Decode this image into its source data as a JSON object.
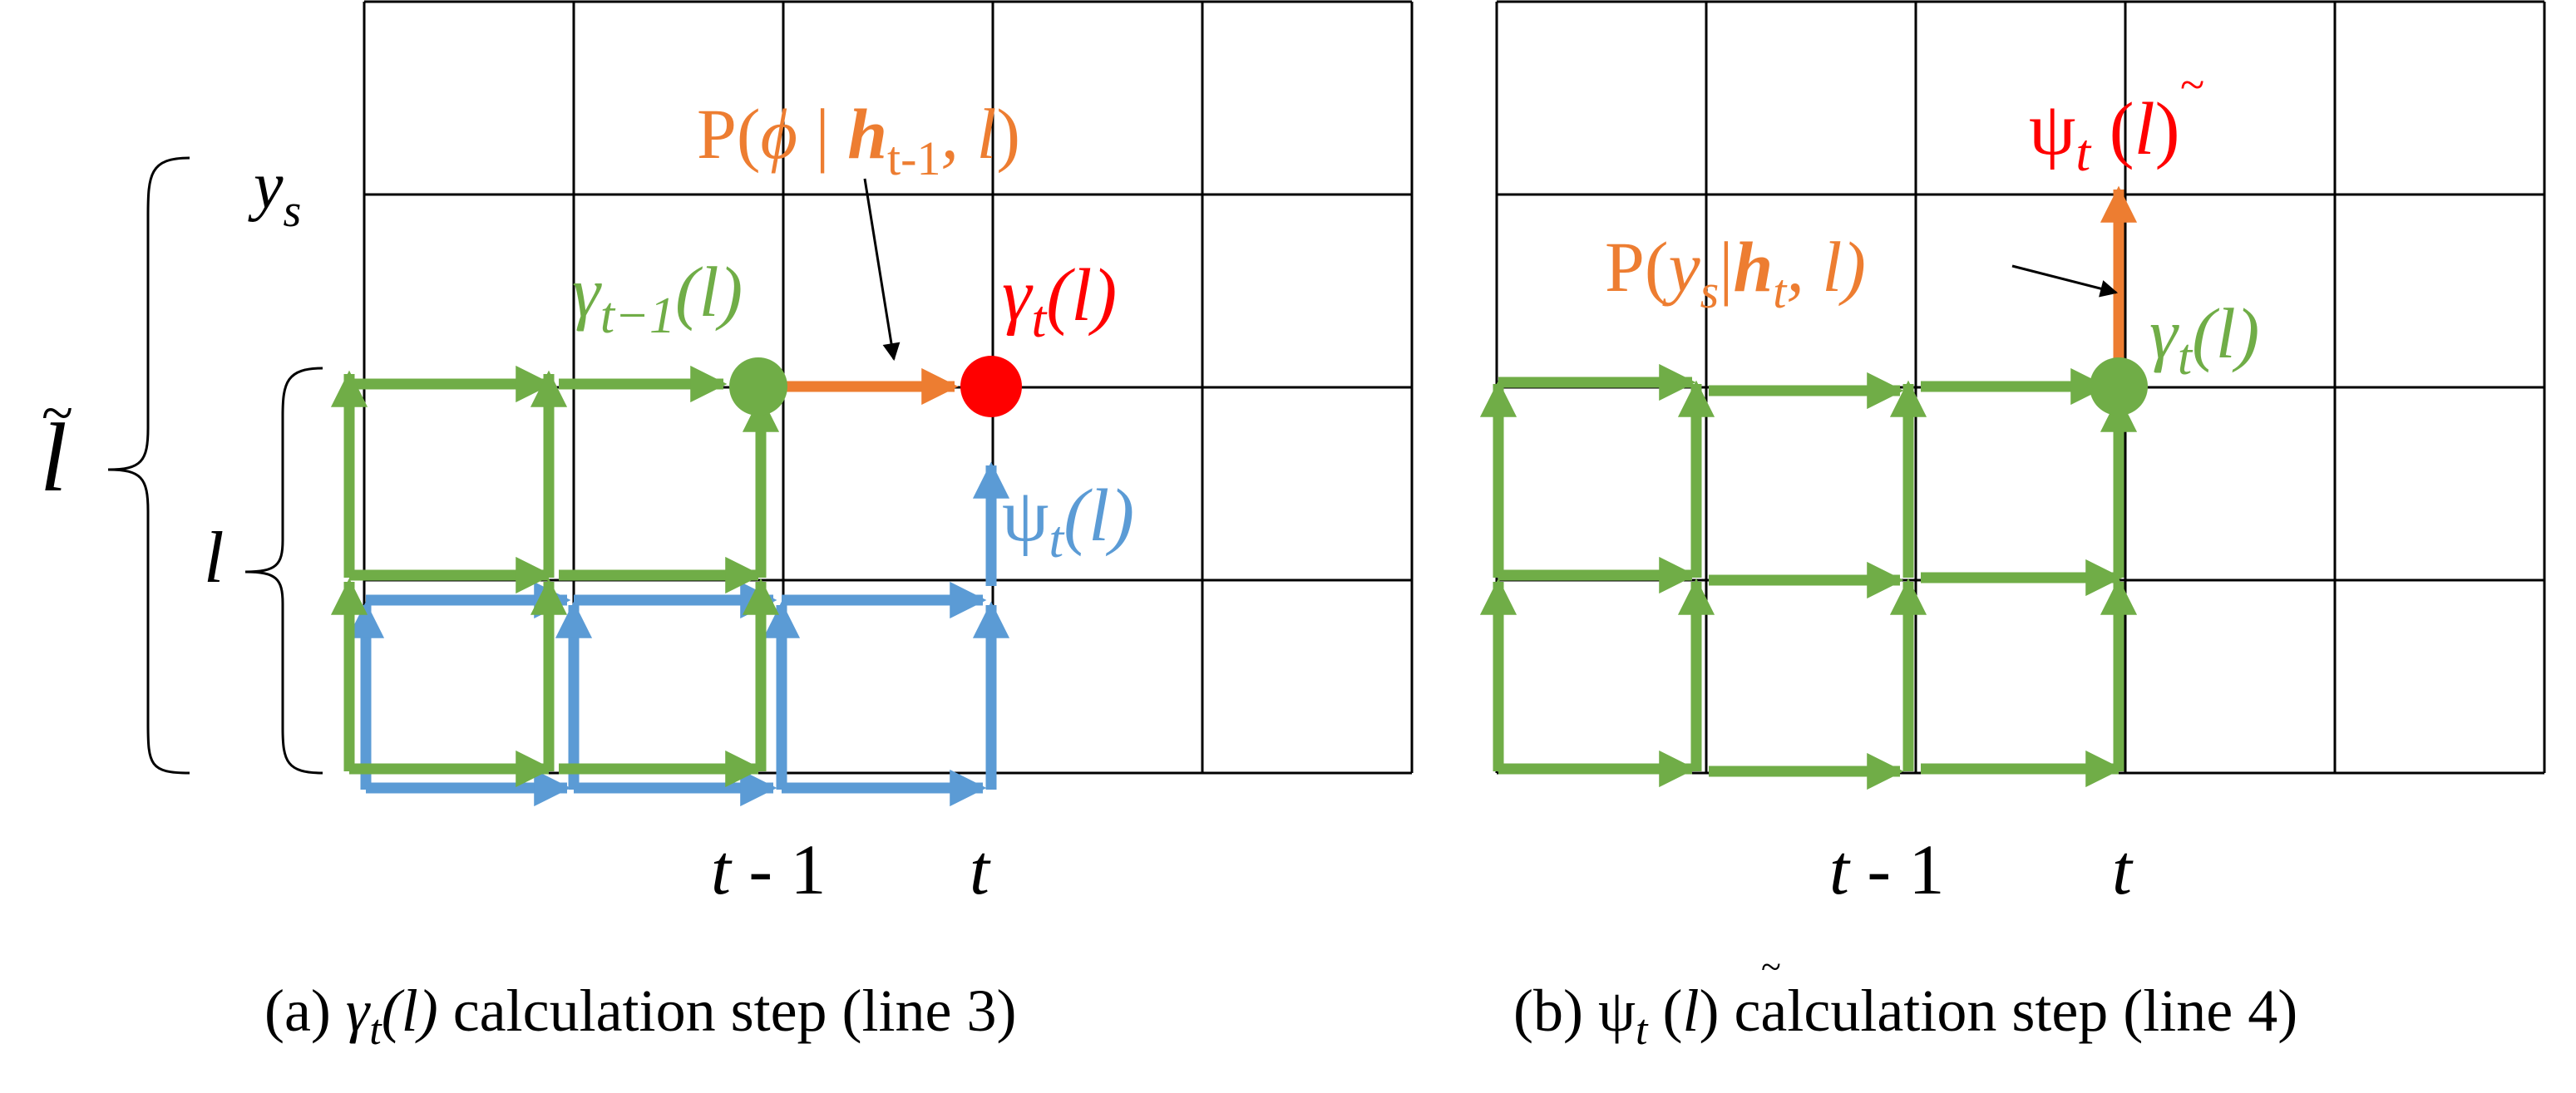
{
  "colors": {
    "green": "#70AD47",
    "blue": "#5B9BD5",
    "orange": "#ED7D31",
    "red": "#FF0000",
    "black": "#000000"
  },
  "panel_a": {
    "label_ys": "y",
    "label_ys_sub": "s",
    "label_ltilde": "l",
    "label_l": "l",
    "gamma_prev": "γ",
    "gamma_prev_sub": "t−1",
    "gamma_prev_arg": "(l)",
    "prob_prefix": "P(",
    "prob_phi": "ϕ",
    "prob_bar": " | ",
    "prob_h": "h",
    "prob_h_sub": "t-1",
    "prob_suffix_l": ", l",
    "prob_close": ")",
    "gamma_t": "γ",
    "gamma_t_sub": "t",
    "gamma_t_arg": "(l)",
    "psi": "ψ",
    "psi_sub": "t",
    "psi_arg": "(l)",
    "tick_tm1": "t",
    "tick_tm1_rest": " - 1",
    "tick_t": "t",
    "caption_prefix": "(a) ",
    "caption_gamma": "γ",
    "caption_gamma_sub": "t",
    "caption_arg": "(l)",
    "caption_rest": " calculation step (line 3)"
  },
  "panel_b": {
    "psi": "ψ",
    "psi_sub": "t",
    "psi_arg_open": " (",
    "psi_arg_l": "l",
    "psi_arg_close": ")",
    "prob_prefix": "P(",
    "prob_y": "y",
    "prob_y_sub": "s",
    "prob_bar": "|",
    "prob_h": "h",
    "prob_h_sub": "t",
    "prob_suffix": ", l)",
    "gamma_t": "γ",
    "gamma_t_sub": "t",
    "gamma_t_arg": "(l)",
    "tick_tm1": "t",
    "tick_tm1_rest": " - 1",
    "tick_t": "t",
    "caption_prefix": "(b) ",
    "caption_psi": "ψ",
    "caption_psi_sub": "t",
    "caption_open": " (",
    "caption_l": "l",
    "caption_close": ")",
    "caption_rest": " calculation step (line 4)"
  }
}
